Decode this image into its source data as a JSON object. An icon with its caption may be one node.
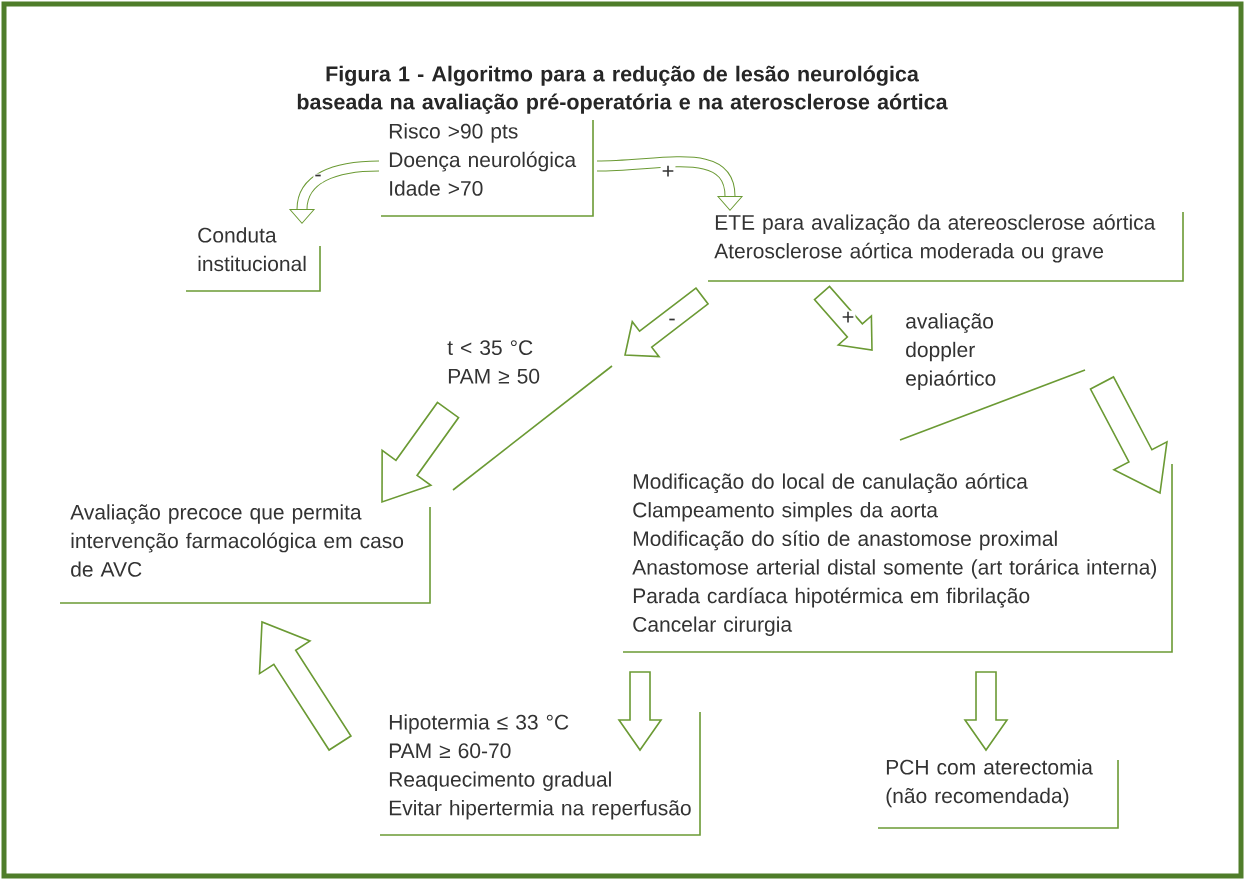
{
  "diagram": {
    "title": "Figura 1 - Algoritmo para a redução de lesão neurológica baseada na avaliação pré-operatória e na aterosclerose aórtica",
    "nodes": [
      {
        "text": [
          "Risco >90 pts",
          "Doença neurológica",
          "Idade >70"
        ]
      },
      {
        "text": [
          "Conduta institucional"
        ]
      },
      {
        "text": [
          "ETE para avalização da atereosclerose aórtica",
          "Aterosclerose aórtica moderada ou grave"
        ]
      },
      {
        "text": [
          "avaliação doppler epiaórtico"
        ]
      },
      {
        "text": [
          "t < 35 °C",
          "PAM ≥ 50"
        ]
      },
      {
        "text": [
          "Avaliação precoce que permita intervenção farmacológica em caso de AVC"
        ]
      },
      {
        "text": [
          "Modificação do local de canulação aórtica",
          "Clampeamento simples da aorta",
          "Modificação do sítio de anastomose proximal",
          "Anastomose arterial distal somente (art torárica interna)",
          "Parada cardíaca hipotérmica em fibrilação",
          "Cancelar cirurgia"
        ]
      },
      {
        "text": [
          "Hipotermia ≤ 33 °C",
          "PAM ≥ 60-70",
          "Reaquecimento gradual",
          "Evitar hipertermia na reperfusão"
        ]
      },
      {
        "text": [
          "PCH com aterectomia (não recomendada)"
        ]
      }
    ],
    "edges": [
      {
        "from": 0,
        "to": 1,
        "arrow": "to",
        "label": "-"
      },
      {
        "from": 0,
        "to": 2,
        "arrow": "to",
        "label": "+"
      },
      {
        "from": 2,
        "to": 4,
        "arrow": "to",
        "label": "-"
      },
      {
        "from": 2,
        "to": 3,
        "arrow": "to",
        "label": "+"
      },
      {
        "from": 4,
        "to": 5,
        "arrow": "to"
      },
      {
        "from": 3,
        "to": 6,
        "arrow": "to"
      },
      {
        "from": 6,
        "to": 7,
        "arrow": "to"
      },
      {
        "from": 6,
        "to": 8,
        "arrow": "to"
      },
      {
        "from": 7,
        "to": 5,
        "arrow": "to"
      }
    ]
  }
}
